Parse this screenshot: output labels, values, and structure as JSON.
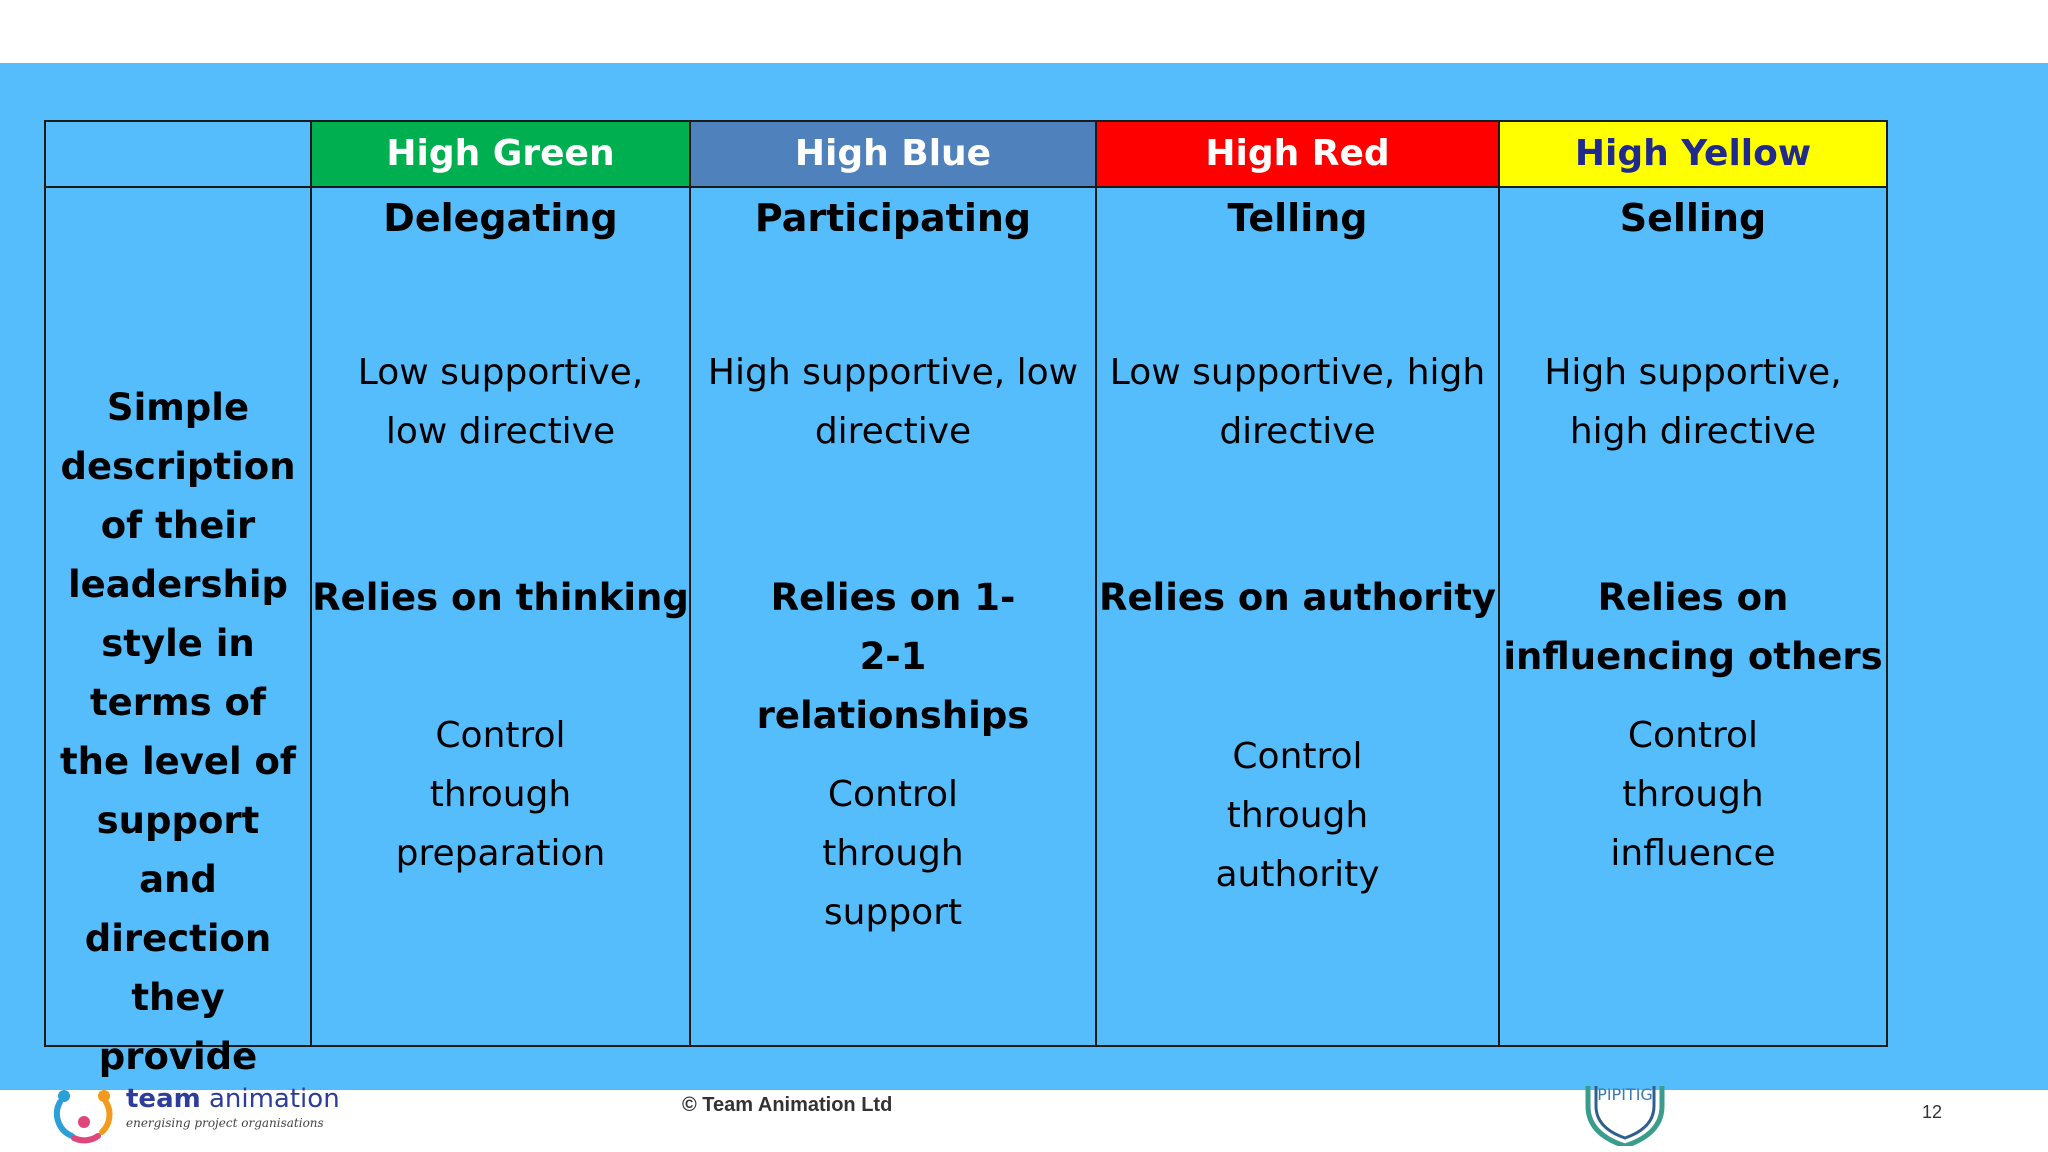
{
  "headers": {
    "green": "High Green",
    "blue": "High Blue",
    "red": "High Red",
    "yellow": "High Yellow"
  },
  "row_label": "Simple description of their leadership style in terms of the level of support and direction they provide",
  "columns": [
    {
      "style": "Delegating",
      "description": "Low supportive, low directive",
      "relies": "Relies on thinking",
      "control": "Control through preparation"
    },
    {
      "style": "Participating",
      "description": "High supportive, low directive",
      "relies": "Relies on 1-2-1 relationships",
      "control": "Control through support"
    },
    {
      "style": "Telling",
      "description": "Low supportive, high directive",
      "relies": "Relies on authority",
      "control": "Control through authority"
    },
    {
      "style": "Selling",
      "description": "High supportive, high directive",
      "relies": "Relies on influencing others",
      "control": "Control through influence"
    }
  ],
  "footer": {
    "logo_word_bold": "team",
    "logo_word_light": " animation",
    "logo_tagline": "energising project organisations",
    "copyright": "© Team Animation Ltd",
    "partner_logo_text": "PIPITIG",
    "page_number": "12"
  },
  "colors": {
    "background_band": "#56bdfd",
    "green": "#00b050",
    "blue": "#4f81bd",
    "red": "#ff0000",
    "yellow": "#ffff00"
  }
}
